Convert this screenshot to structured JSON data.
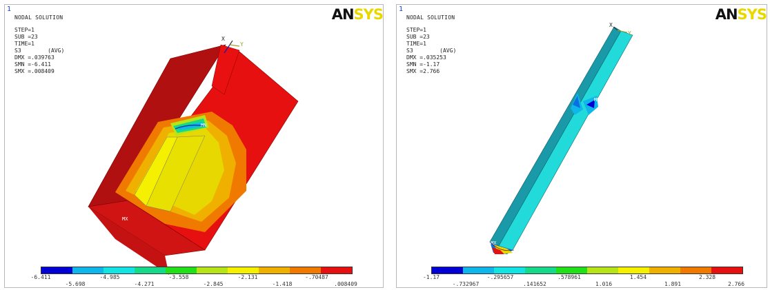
{
  "contour_colors": [
    "#0000d4",
    "#0a6fe0",
    "#0fb6ea",
    "#14e3e3",
    "#16d98a",
    "#22e018",
    "#b7e418",
    "#f5f000",
    "#f0b000",
    "#f07a00",
    "#e61010"
  ],
  "left": {
    "window_number": "1",
    "title": "NODAL SOLUTION",
    "step": "STEP=1",
    "sub": "SUB =23",
    "time": "TIME=1",
    "quantity": "S3",
    "avg": "(AVG)",
    "dmx": "DMX =.039763",
    "smn": "SMN =-6.411",
    "smx": "SMX =.008409",
    "logo_an": "AN",
    "logo_sys": "SYS",
    "axis_x": "X",
    "axis_y": "Y",
    "mx_label": "MX",
    "mn_label": "MN",
    "legend_top": [
      "-6.411",
      "-4.985",
      "-3.558",
      "-2.131",
      "-.70487"
    ],
    "legend_bottom": [
      "-5.698",
      "-4.271",
      "-2.845",
      "-1.418",
      ".008409"
    ]
  },
  "right": {
    "window_number": "1",
    "title": "NODAL SOLUTION",
    "step": "STEP=1",
    "sub": "SUB =23",
    "time": "TIME=1",
    "quantity": "S3",
    "avg": "(AVG)",
    "dmx": "DMX =.035253",
    "smn": "SMN =-1.17",
    "smx": "SMX =2.766",
    "logo_an": "AN",
    "logo_sys": "SYS",
    "axis_x": "X",
    "axis_y": "Y",
    "mx_label": "MX",
    "mn_label": "MN",
    "legend_top": [
      "-1.17",
      "-.295657",
      ".578961",
      "1.454",
      "2.328"
    ],
    "legend_bottom": [
      "-.732967",
      ".141652",
      "1.016",
      "1.891",
      "2.766"
    ]
  }
}
